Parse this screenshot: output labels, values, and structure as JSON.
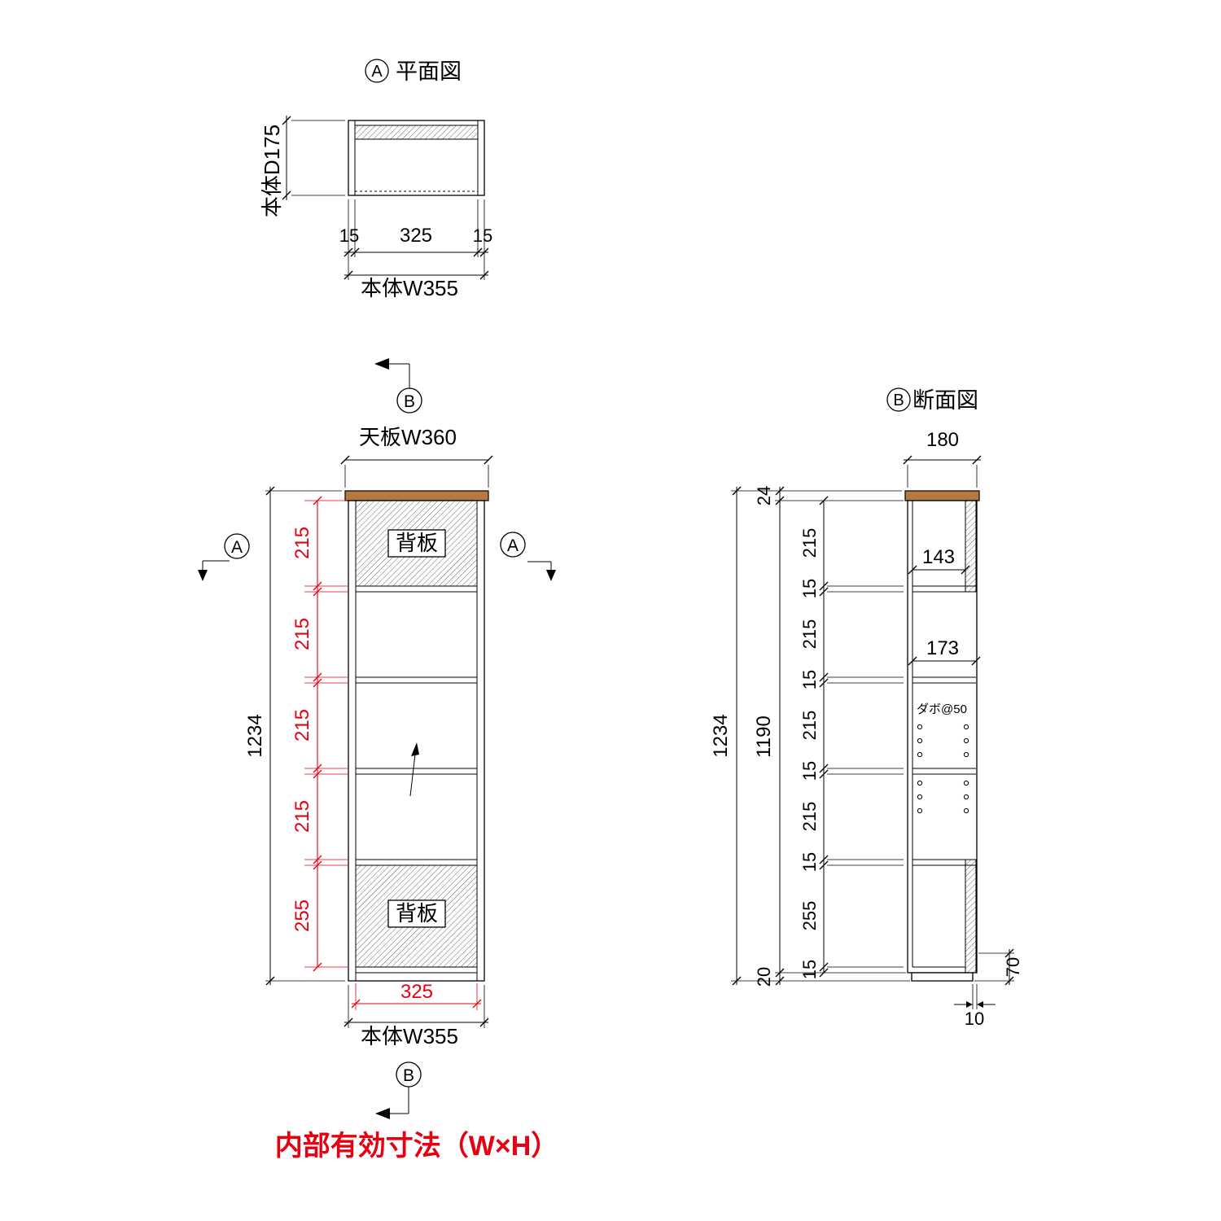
{
  "colors": {
    "dimension_red": "#e60012",
    "top_panel_wood": "#b5793f",
    "line": "#000000"
  },
  "plan": {
    "marker": "A",
    "title": "平面図",
    "depth_label": "本体D175",
    "side_left": "15",
    "inner": "325",
    "side_right": "15",
    "body_width": "本体W355"
  },
  "front": {
    "section_b": "B",
    "section_a": "A",
    "top_width": "天板W360",
    "back_panel": "背板",
    "cells": [
      "215",
      "215",
      "215",
      "215",
      "255"
    ],
    "total_height": "1234",
    "inner_width": "325",
    "body_width": "本体W355"
  },
  "section": {
    "marker": "B",
    "title": "断面図",
    "depth": "180",
    "top_gap": "24",
    "total_height": "1234",
    "inner_height": "1190",
    "chain": [
      "215",
      "15",
      "215",
      "15",
      "215",
      "15",
      "215",
      "15",
      "255",
      "15"
    ],
    "bottom_gap": "20",
    "top_cell_depth": "143",
    "cell_depth": "173",
    "dowel_note": "ダボ@50",
    "base_height": "70",
    "back_offset": "10"
  },
  "footer": {
    "note": "内部有効寸法（W×H）"
  }
}
